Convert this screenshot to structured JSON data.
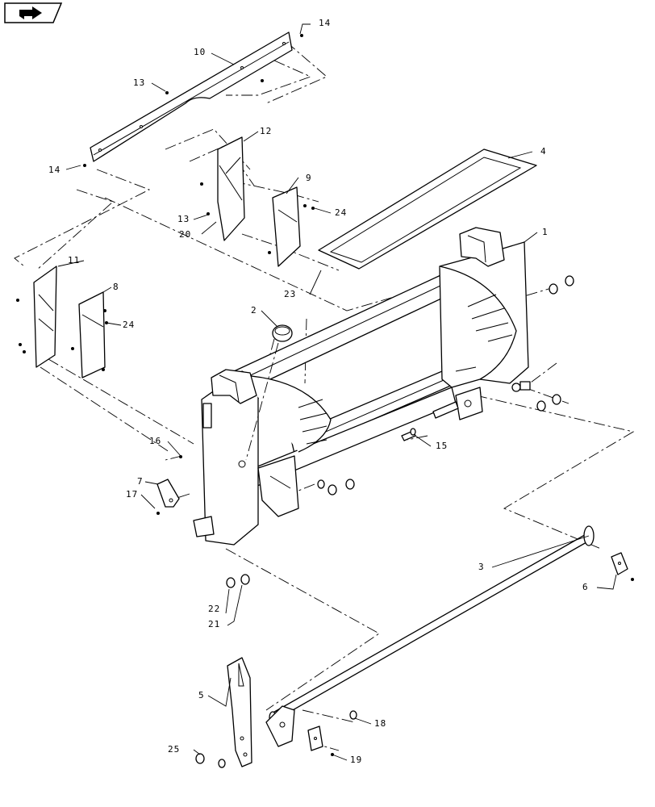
{
  "nav_icon": "arrow-right-icon",
  "callouts": [
    {
      "id": "c1",
      "label": "1"
    },
    {
      "id": "c2",
      "label": "2"
    },
    {
      "id": "c3",
      "label": "3"
    },
    {
      "id": "c4",
      "label": "4"
    },
    {
      "id": "c5",
      "label": "5"
    },
    {
      "id": "c6",
      "label": "6"
    },
    {
      "id": "c7",
      "label": "7"
    },
    {
      "id": "c8",
      "label": "8"
    },
    {
      "id": "c9",
      "label": "9"
    },
    {
      "id": "c10",
      "label": "10"
    },
    {
      "id": "c11",
      "label": "11"
    },
    {
      "id": "c12",
      "label": "12"
    },
    {
      "id": "c13a",
      "label": "13"
    },
    {
      "id": "c13b",
      "label": "13"
    },
    {
      "id": "c14a",
      "label": "14"
    },
    {
      "id": "c14b",
      "label": "14"
    },
    {
      "id": "c15",
      "label": "15"
    },
    {
      "id": "c16",
      "label": "16"
    },
    {
      "id": "c17",
      "label": "17"
    },
    {
      "id": "c18",
      "label": "18"
    },
    {
      "id": "c19",
      "label": "19"
    },
    {
      "id": "c20",
      "label": "20"
    },
    {
      "id": "c21",
      "label": "21"
    },
    {
      "id": "c22",
      "label": "22"
    },
    {
      "id": "c23",
      "label": "23"
    },
    {
      "id": "c24a",
      "label": "24"
    },
    {
      "id": "c24b",
      "label": "24"
    },
    {
      "id": "c25",
      "label": "25"
    }
  ]
}
